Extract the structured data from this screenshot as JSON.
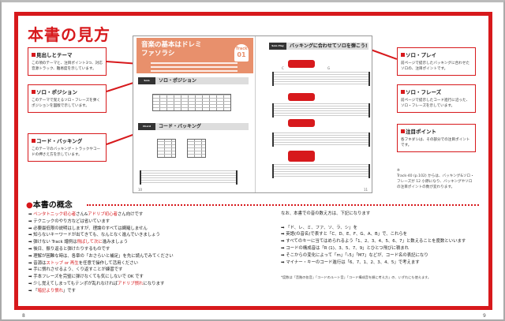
{
  "title": "本書の見方",
  "left_callouts": [
    {
      "heading": "見出しとテーマ",
      "text": "この項のテーマと、注目ポイント3つ、対応音源トラック、難易度を示しています。"
    },
    {
      "heading": "ソロ・ポジション",
      "text": "このテーマで覚えるソロ・フレーズを弾くポジションを図版で示しています。"
    },
    {
      "heading": "コード・バッキング",
      "text": "このテーマのバッキング・トラックやコードの押さえ方を示しています。"
    }
  ],
  "right_callouts": [
    {
      "heading": "ソロ・プレイ",
      "text": "前ページで提示したバッキングに合わせたソロの、注目ポイントです。"
    },
    {
      "heading": "ソロ・フレーズ",
      "text": "前ページで提示したコード進行に沿った、ソロ・フレーズを示しています。"
    },
    {
      "heading": "注目ポイント",
      "text": "各フキダシは、その部分での注目ポイントです。"
    }
  ],
  "note": {
    "mark": "※",
    "text": "Track-40 (p.102) からは、バッキング&ソロ・フレーズが 12 小節になり、バッキングやソロの注目ポイントの数が変わります。"
  },
  "book": {
    "header_title": "音楽の基本はドレミファソラシ",
    "track_label": "Track",
    "track_number": "01",
    "sec1_tag": "Solo Position",
    "sec1_title": "ソロ・ポジション",
    "sec2_tag": "Chord Backing",
    "sec2_title": "コード・バッキング",
    "sec3_tag": "Solo Play",
    "sec3_title": "バッキングに合わせてソロを弾こう!",
    "chords": [
      "C",
      "G"
    ],
    "left_page": "10",
    "right_page": "11"
  },
  "concept": {
    "heading": "本書の概念",
    "items": [
      [
        {
          "t": "ペンタトニック初心者",
          "r": true
        },
        {
          "t": "さん&"
        },
        {
          "t": "アドリブ初心者",
          "r": true
        },
        {
          "t": "さん向けです"
        }
      ],
      [
        {
          "t": "テクニックのやり方などは省いています"
        }
      ],
      [
        {
          "t": "必要最低限の説明はしますが、理論のすべては網羅しません"
        }
      ],
      [
        {
          "t": "知らないキーワードが出てきても、なんとなく進んでいきましょう"
        }
      ],
      [
        {
          "t": "弾けない Track 譜例は"
        },
        {
          "t": "飛ばして次に",
          "r": true
        },
        {
          "t": "進みましょう"
        }
      ],
      [
        {
          "t": "後日、振り返ると弾けたりするものです"
        }
      ],
      [
        {
          "t": "理解が困難な時は、各章の「おさらいと補足」を先に読んでみてください"
        }
      ],
      [
        {
          "t": "音源は"
        },
        {
          "t": "ストップ or 再生",
          "r": true
        },
        {
          "t": "を任意で操作して活用ください"
        }
      ],
      [
        {
          "t": "手に慣れさせるよう、くり返すことが練習です"
        }
      ],
      [
        {
          "t": "手本フレーズを完璧に弾けなくても気にしないで OK です"
        }
      ],
      [
        {
          "t": "少し覚えてしまってもテンポが乱れなければ"
        },
        {
          "t": "アドリブ慣れ",
          "r": true
        },
        {
          "t": "になります"
        }
      ],
      [
        {
          "t": "「"
        },
        {
          "t": "暗記より慣れ",
          "r": true
        },
        {
          "t": "」です"
        }
      ]
    ],
    "intro": "なお、本書での音の数え方は、下記になります",
    "right_items": [
      [
        {
          "t": "「ド、レ、ミ、ファ、ソ、ラ、シ」を"
        }
      ],
      [
        {
          "t": "英語(の音名)で表すと「C、D、E、F、G、A、B」で、これらを"
        }
      ],
      [
        {
          "t": "すべてのキーに当てはめられるよう「1、2、3、4、5、6、7」と数えることを"
        },
        {
          "t": "度数",
          "r": true
        },
        {
          "t": "といいます"
        }
      ],
      [
        {
          "t": "コードの構成音は「R (1)、3、5、7、9」とひとつ飛びに積まれ"
        }
      ],
      [
        {
          "t": "そこからの変化によって「m」「♭5」「M7」などが、コード名の表記になり"
        }
      ],
      [
        {
          "t": "マイナー・キーのコード進行は「6、7、1、2、3、4、5」で考えます"
        }
      ]
    ],
    "footnote": "*度数は「音階の各音」「コードのルート音」「コード構成音を順に考え方」の、いずれにも使えます。"
  },
  "page_numbers": {
    "left": "8",
    "right": "9"
  },
  "colors": {
    "accent": "#d7191c",
    "header": "#e8906c"
  }
}
